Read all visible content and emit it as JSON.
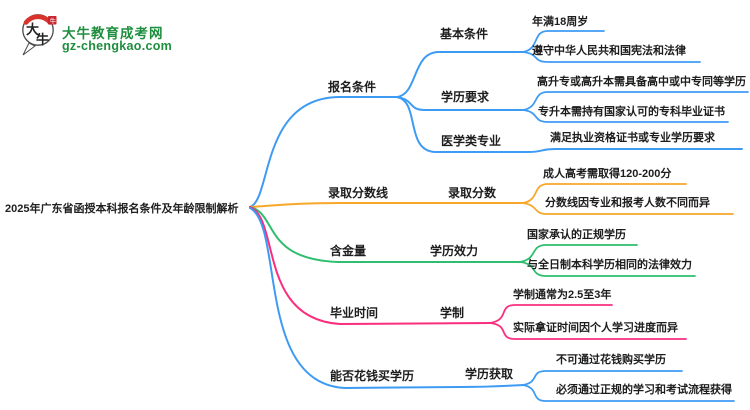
{
  "logo": {
    "badge_text_top": "大",
    "badge_text_bottom": "牛",
    "seal_text": "牛",
    "site_name": "大牛教育成考网",
    "site_domain": "gz-chengkao.com",
    "brand_green": "#1e8e3e",
    "badge_red": "#d7352b"
  },
  "root": {
    "title": "2025年广东省函授本科报名条件及年龄限制解析"
  },
  "palette": {
    "blue": "#3e9bf4",
    "orange": "#f7a82a",
    "green": "#2fbe6e",
    "pink": "#fa2e7e"
  },
  "branches": [
    {
      "label": "报名条件",
      "color": "#3e9bf4",
      "children": [
        {
          "label": "基本条件",
          "leaves": [
            "年满18周岁",
            "遵守中华人民共和国宪法和法律"
          ]
        },
        {
          "label": "学历要求",
          "leaves": [
            "高升专或高升本需具备高中或中专同等学历",
            "专升本需持有国家认可的专科毕业证书"
          ]
        },
        {
          "label": "医学类专业",
          "leaves": [
            "满足执业资格证书或专业学历要求"
          ]
        }
      ]
    },
    {
      "label": "录取分数线",
      "color": "#f7a82a",
      "children": [
        {
          "label": "录取分数",
          "leaves": [
            "成人高考需取得120-200分",
            "分数线因专业和报考人数不同而异"
          ]
        }
      ]
    },
    {
      "label": "含金量",
      "color": "#2fbe6e",
      "children": [
        {
          "label": "学历效力",
          "leaves": [
            "国家承认的正规学历",
            "与全日制本科学历相同的法律效力"
          ]
        }
      ]
    },
    {
      "label": "毕业时间",
      "color": "#fa2e7e",
      "children": [
        {
          "label": "学制",
          "leaves": [
            "学制通常为2.5至3年",
            "实际拿证时间因个人学习进度而异"
          ]
        }
      ]
    },
    {
      "label": "能否花钱买学历",
      "color": "#3e9bf4",
      "children": [
        {
          "label": "学历获取",
          "leaves": [
            "不可通过花钱购买学历",
            "必须通过正规的学习和考试流程获得"
          ]
        }
      ]
    }
  ]
}
